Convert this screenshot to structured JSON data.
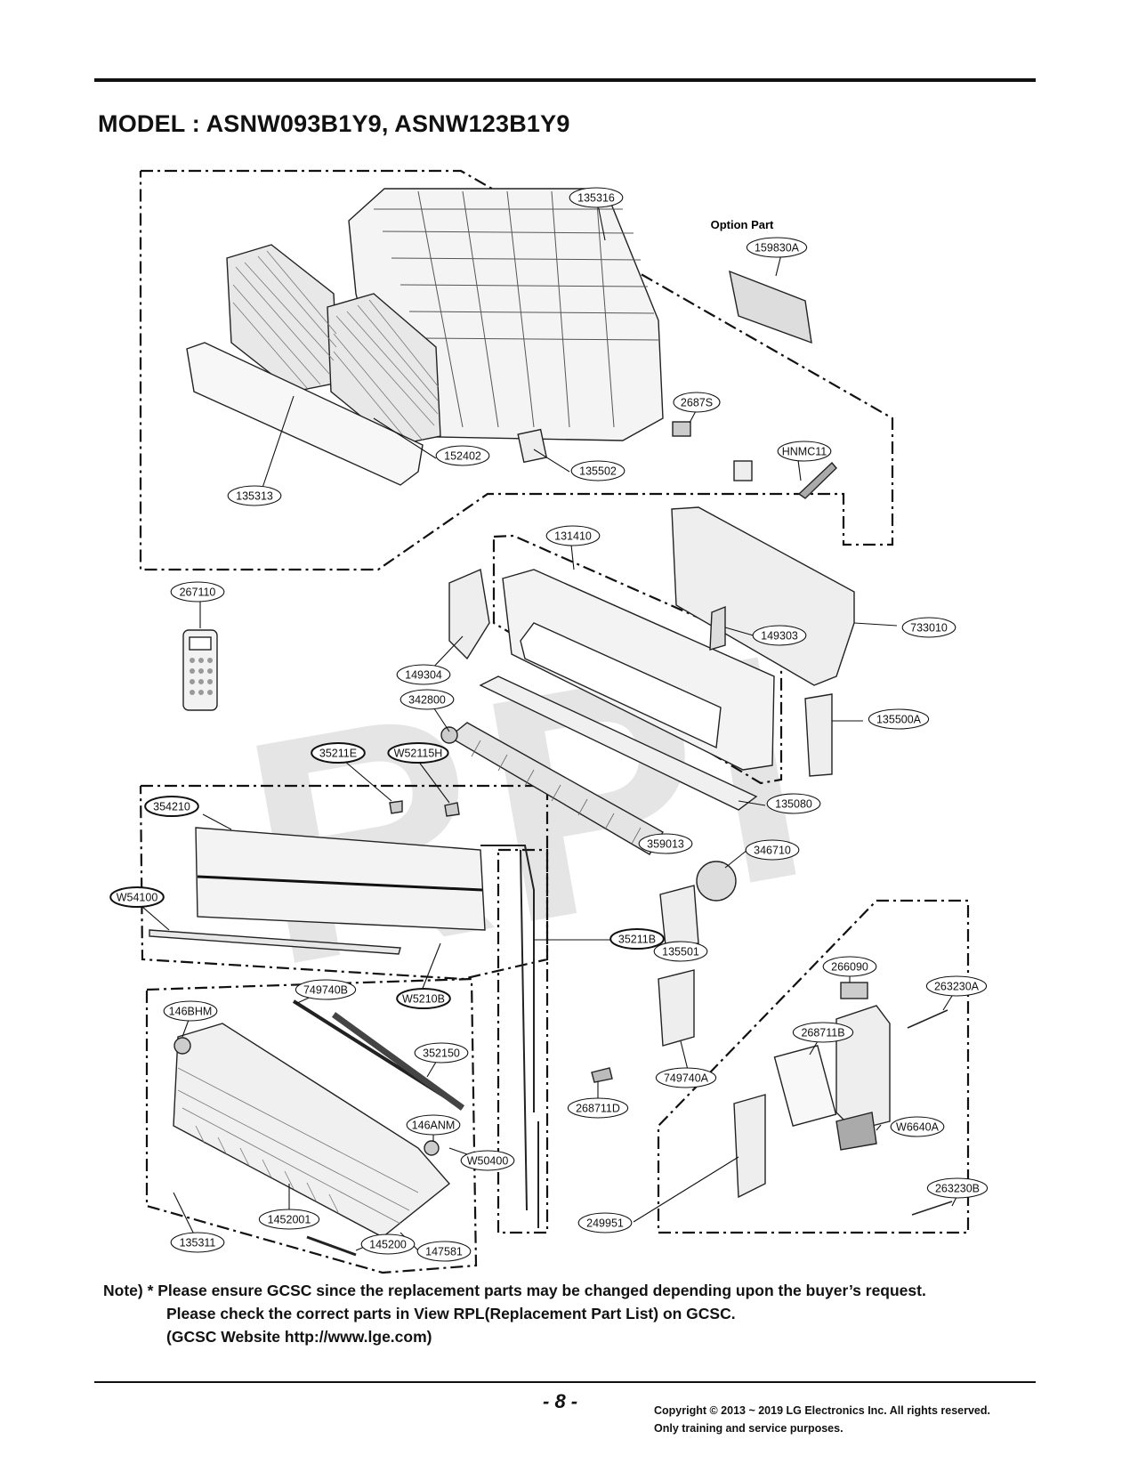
{
  "header": {
    "title": "MODEL : ASNW093B1Y9, ASNW123B1Y9"
  },
  "option_label": "Option Part",
  "watermark": "RPI",
  "parts": {
    "p135316": "135316",
    "p159830A": "159830A",
    "p2687S": "2687S",
    "pHNMC11": "HNMC11",
    "p152402": "152402",
    "p135502": "135502",
    "p135313": "135313",
    "p131410": "131410",
    "p267110": "267110",
    "p149303": "149303",
    "p733010": "733010",
    "p149304": "149304",
    "p342800": "342800",
    "p135500A": "135500A",
    "p35211E": "35211E",
    "pW52115H": "W52115H",
    "p354210": "354210",
    "p135080": "135080",
    "p359013": "359013",
    "p346710": "346710",
    "pW54100": "W54100",
    "p35211B": "35211B",
    "p135501": "135501",
    "pW5210B": "W5210B",
    "p749740B": "749740B",
    "p266090": "266090",
    "p263230A": "263230A",
    "p146BHM": "146BHM",
    "p352150": "352150",
    "p268711B": "268711B",
    "p749740A": "749740A",
    "p268711D": "268711D",
    "p146ANM": "146ANM",
    "pW50400": "W50400",
    "pW6640A": "W6640A",
    "p263230B": "263230B",
    "p1452001": "1452001",
    "p249951": "249951",
    "p135311": "135311",
    "p145200": "145200",
    "p147581": "147581"
  },
  "note": {
    "line1": "Note) * Please ensure GCSC since the replacement parts may be changed depending upon the buyer’s request.",
    "line2": "Please check the correct parts in View RPL(Replacement Part List) on GCSC.",
    "line3": "(GCSC Website http://www.lge.com)"
  },
  "footer": {
    "page": "- 8 -",
    "copyright": "Copyright © 2013 ~ 2019 LG Electronics Inc. All rights reserved.",
    "purpose": "Only training and service purposes."
  }
}
